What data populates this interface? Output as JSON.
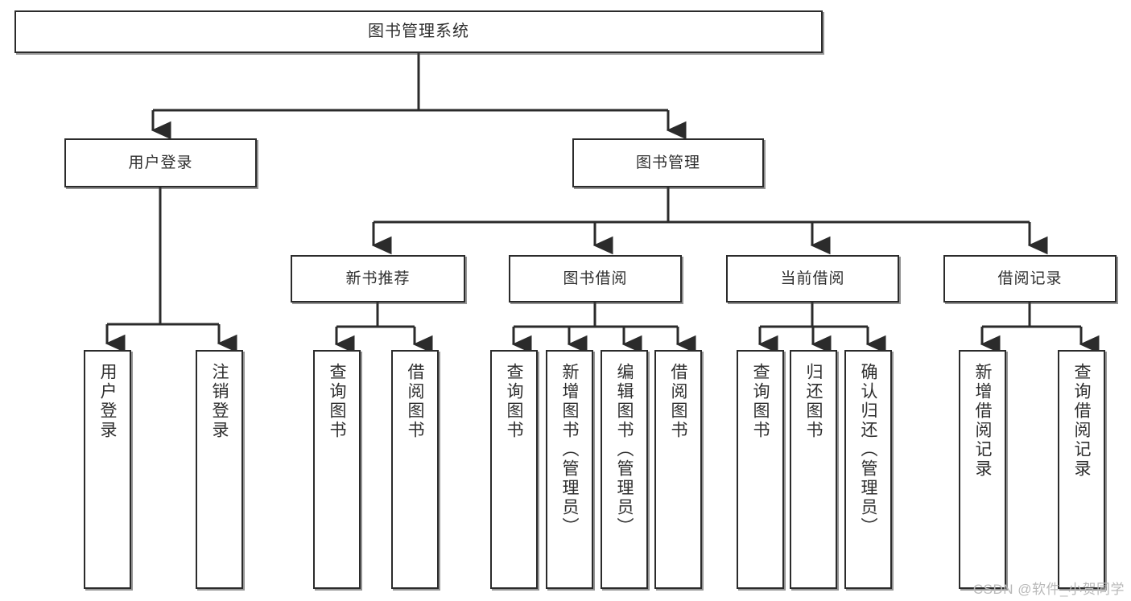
{
  "diagram": {
    "type": "tree",
    "title": "图书管理系统",
    "root": {
      "id": "root",
      "label": "图书管理系统"
    },
    "level2": [
      {
        "id": "user-login",
        "label": "用户登录"
      },
      {
        "id": "book-manage",
        "label": "图书管理"
      }
    ],
    "level3": [
      {
        "id": "new-book-rec",
        "label": "新书推荐",
        "parent": "book-manage"
      },
      {
        "id": "book-borrow",
        "label": "图书借阅",
        "parent": "book-manage"
      },
      {
        "id": "current-borrow",
        "label": "当前借阅",
        "parent": "book-manage"
      },
      {
        "id": "borrow-record",
        "label": "借阅记录",
        "parent": "book-manage"
      }
    ],
    "leaves": [
      {
        "id": "leaf-user-login",
        "label": "用户登录",
        "parent": "user-login"
      },
      {
        "id": "leaf-user-logout",
        "label": "注销登录",
        "parent": "user-login"
      },
      {
        "id": "leaf-query-book-1",
        "label": "查询图书",
        "parent": "new-book-rec"
      },
      {
        "id": "leaf-borrow-book-1",
        "label": "借阅图书",
        "parent": "new-book-rec"
      },
      {
        "id": "leaf-query-book-2",
        "label": "查询图书",
        "parent": "book-borrow"
      },
      {
        "id": "leaf-add-book",
        "label": "新增图书（管理员）",
        "parent": "book-borrow"
      },
      {
        "id": "leaf-edit-book",
        "label": "编辑图书（管理员）",
        "parent": "book-borrow"
      },
      {
        "id": "leaf-borrow-book-2",
        "label": "借阅图书",
        "parent": "book-borrow"
      },
      {
        "id": "leaf-query-book-3",
        "label": "查询图书",
        "parent": "current-borrow"
      },
      {
        "id": "leaf-return-book",
        "label": "归还图书",
        "parent": "current-borrow"
      },
      {
        "id": "leaf-confirm-return",
        "label": "确认归还（管理员）",
        "parent": "current-borrow"
      },
      {
        "id": "leaf-add-record",
        "label": "新增借阅记录",
        "parent": "borrow-record"
      },
      {
        "id": "leaf-query-record",
        "label": "查询借阅记录",
        "parent": "borrow-record"
      }
    ],
    "colors": {
      "stroke": "#2b2b2b",
      "fill": "#ffffff",
      "text": "#2f2f2f",
      "watermark": "#b9b9b9"
    }
  },
  "watermark": {
    "text": "CSDN @软件_小贺同学"
  }
}
